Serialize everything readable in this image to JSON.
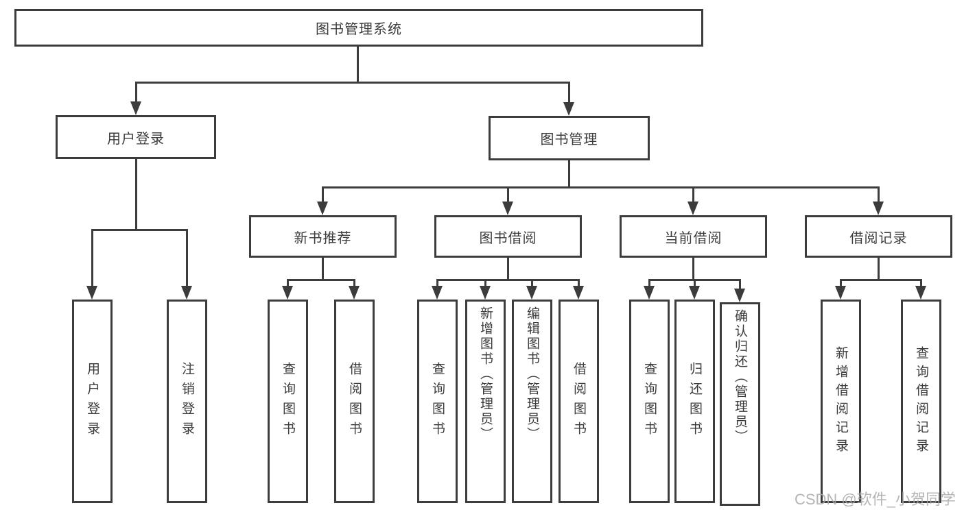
{
  "diagram": {
    "title_node": "图书管理系统",
    "level2": [
      {
        "label": "用户登录"
      },
      {
        "label": "图书管理"
      }
    ],
    "level3": [
      {
        "label": "新书推荐"
      },
      {
        "label": "图书借阅"
      },
      {
        "label": "当前借阅"
      },
      {
        "label": "借阅记录"
      }
    ],
    "leaves": {
      "user_login": [
        "用户登录",
        "注销登录"
      ],
      "new_book": [
        "查询图书",
        "借阅图书"
      ],
      "book_borrow": [
        "查询图书",
        "新增图书（管理员）",
        "编辑图书（管理员）",
        "借阅图书"
      ],
      "current_borrow": [
        "查询图书",
        "归还图书",
        "确认归还（管理员）"
      ],
      "borrow_records": [
        "新增借阅记录",
        "查询借阅记录"
      ]
    }
  },
  "watermark": {
    "text": "CSDN @软件_小贺同学"
  },
  "colors": {
    "line": "#3c3c3c",
    "text": "#3b3b3b",
    "watermark": "#a9a9a9",
    "background": "#ffffff"
  }
}
